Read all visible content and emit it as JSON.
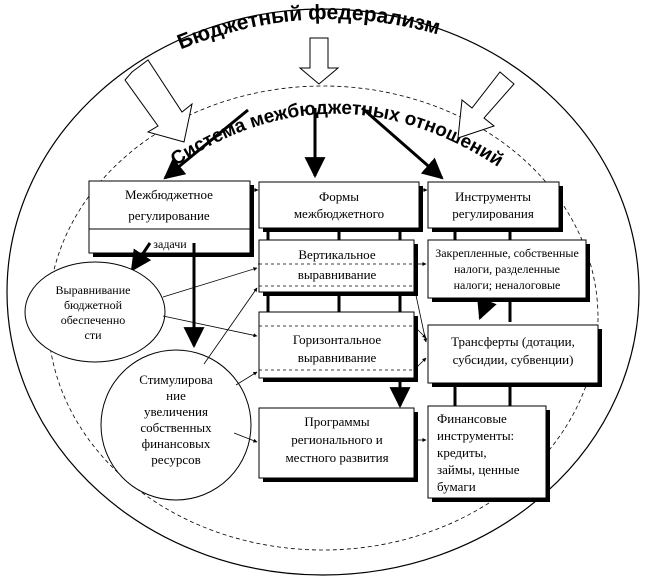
{
  "title": "Бюджетный федерализм",
  "subtitle": "Система межбюджетных отношений",
  "columns": {
    "regulation": {
      "line1": "Межбюджетное",
      "line2": "регулирование",
      "tasks": "задачи"
    },
    "forms": {
      "line1": "Формы",
      "line2": "межбюджетного"
    },
    "instruments": {
      "line1": "Инструменты",
      "line2": "регулирования"
    }
  },
  "goals": {
    "equalization": [
      "Выравнивание",
      "бюджетной",
      "обеспеченно",
      "сти"
    ],
    "stimulation": [
      "Стимулирова",
      "ние",
      "увеличения",
      "собственных",
      "финансовых",
      "ресурсов"
    ]
  },
  "forms_items": {
    "vertical": [
      "Вертикальное",
      "выравнивание"
    ],
    "horizontal": [
      "Горизонтальное",
      "выравнивание"
    ],
    "programs": [
      "Программы",
      "регионального и",
      "местного развития"
    ]
  },
  "instrument_items": {
    "taxes": [
      "Закрепленные, собственные",
      "налоги, разделенные",
      "налоги; неналоговые"
    ],
    "transfers": [
      "Трансферты (дотации,",
      "субсидии, субвенции)"
    ],
    "financial": [
      "Финансовые",
      "инструменты:",
      "кредиты,",
      "займы, ценные",
      "бумаги"
    ]
  }
}
